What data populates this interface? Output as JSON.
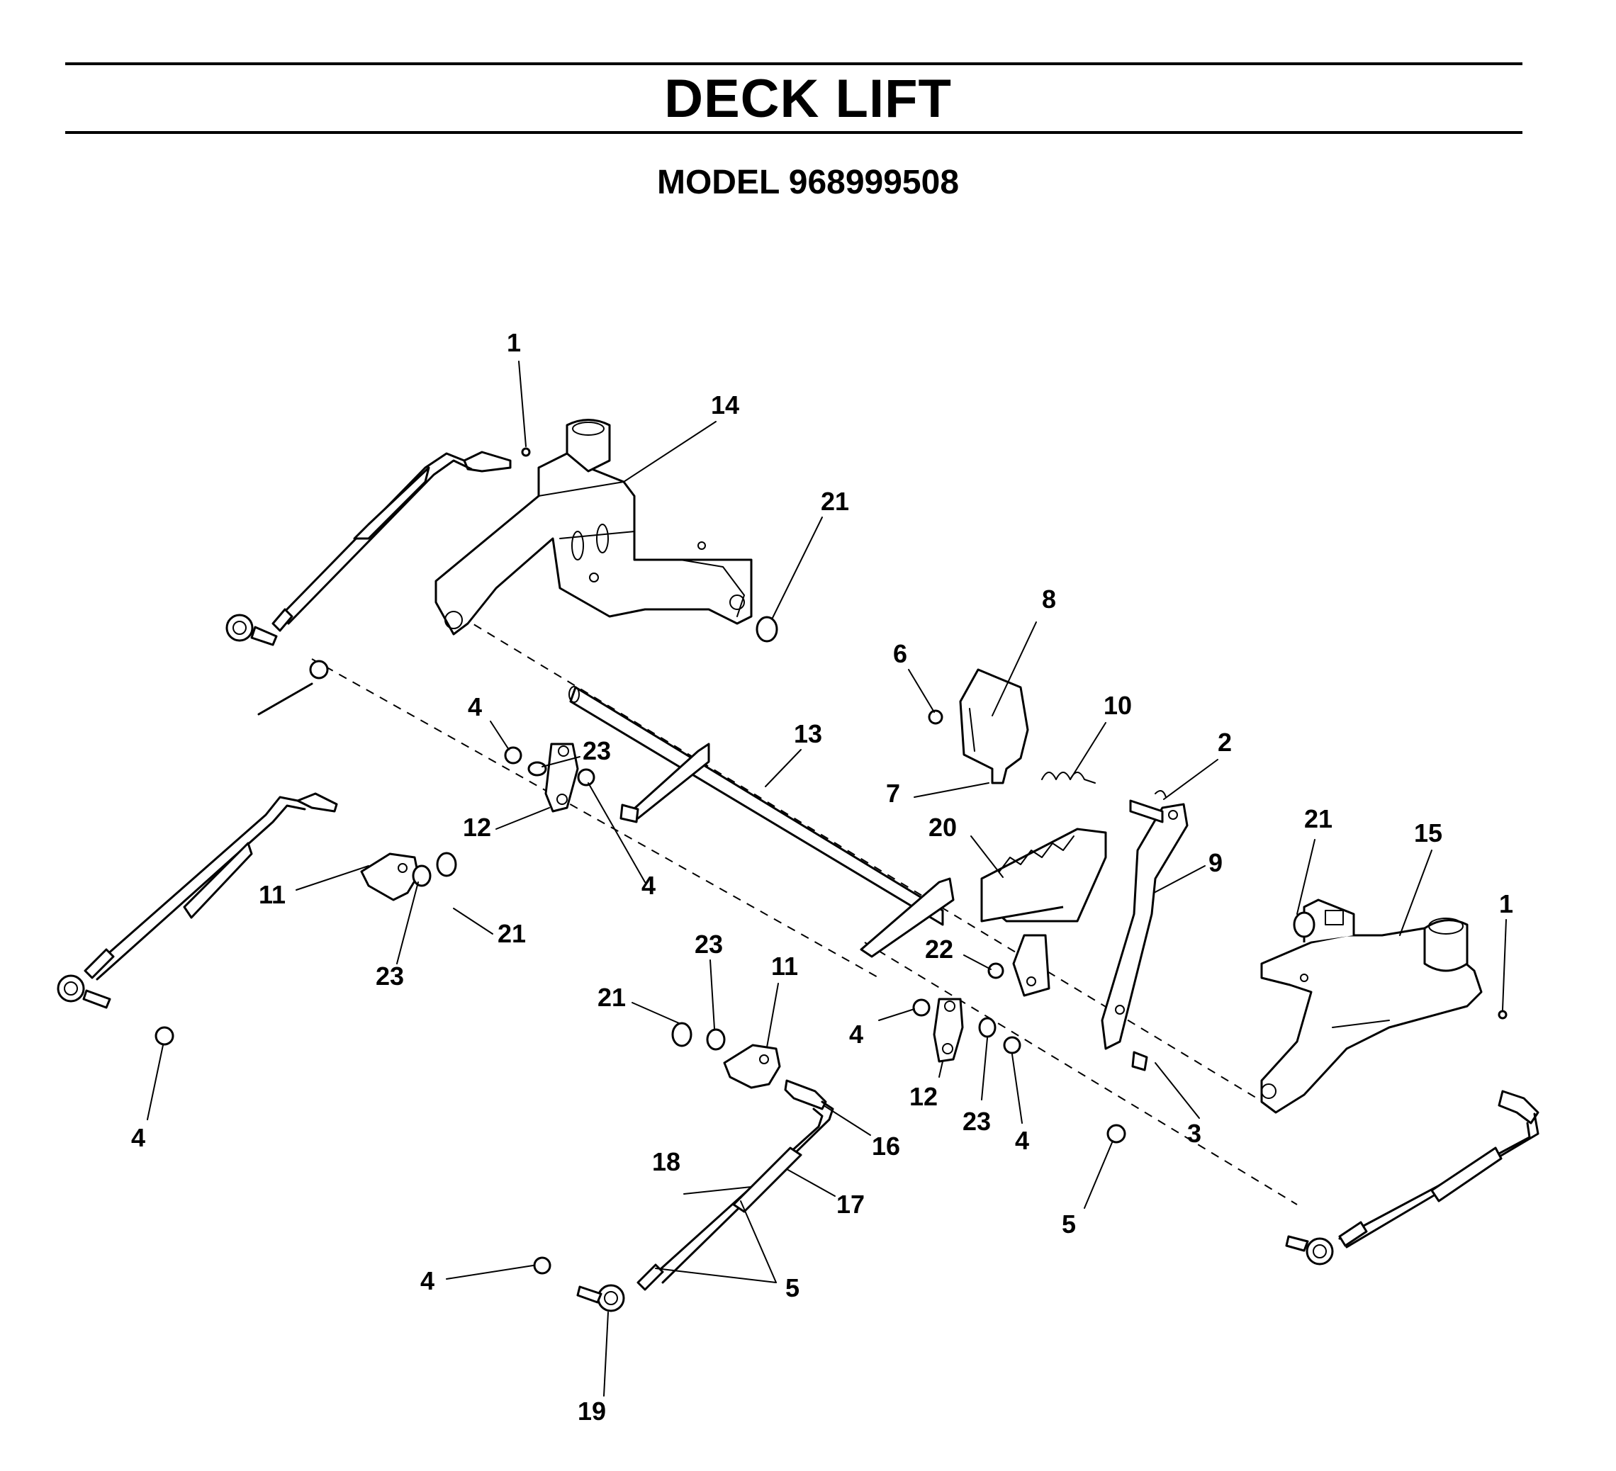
{
  "header": {
    "title": "DECK LIFT",
    "model": "MODEL 968999508"
  },
  "callouts": [
    "1",
    "14",
    "21",
    "8",
    "6",
    "10",
    "2",
    "4",
    "23",
    "13",
    "7",
    "12",
    "4",
    "20",
    "9",
    "21",
    "15",
    "1",
    "11",
    "23",
    "21",
    "23",
    "11",
    "22",
    "21",
    "4",
    "4",
    "12",
    "23",
    "4",
    "3",
    "16",
    "18",
    "17",
    "5",
    "4",
    "5",
    "19"
  ]
}
